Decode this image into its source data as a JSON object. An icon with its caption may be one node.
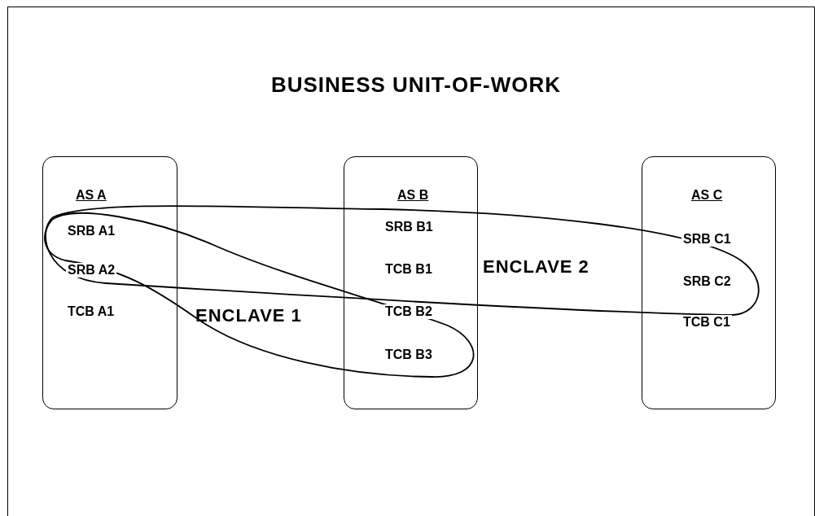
{
  "diagram": {
    "title": "BUSINESS UNIT-OF-WORK",
    "nodes": [
      {
        "text": [
          "AS A",
          "SRB A1",
          "SRB A2",
          "TCB A1"
        ]
      },
      {
        "text": [
          "AS B",
          "SRB B1",
          "TCB B1",
          "TCB B2",
          "TCB B3"
        ]
      },
      {
        "text": [
          "AS C",
          "SRB C1",
          "SRB C2",
          "TCB C1"
        ]
      },
      {
        "text": [
          "ENCLAVE 1"
        ]
      },
      {
        "text": [
          "ENCLAVE 2"
        ]
      }
    ],
    "edges": []
  }
}
